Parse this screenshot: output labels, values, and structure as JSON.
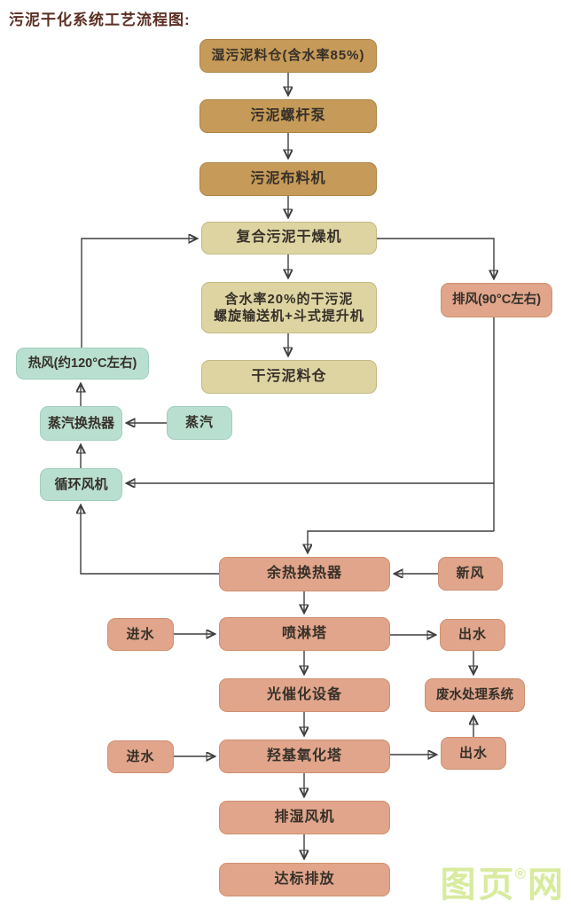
{
  "title": "污泥干化系统工艺流程图:",
  "palette": {
    "tan": "#c69a58",
    "tan_border": "#ad8246",
    "khaki": "#ddd4a2",
    "khaki_border": "#c4b983",
    "mint": "#b9dfd1",
    "mint_border": "#a0cfbd",
    "salmon": "#e0a58b",
    "salmon_border": "#cf9070",
    "line": "#3f3f3f",
    "text": "#363029",
    "title_color": "#5b2f23",
    "watermark": "#d8eb9e"
  },
  "nodes": {
    "wet_silo": {
      "label": "湿污泥料仓(含水率85%)"
    },
    "screw_pump": {
      "label": "污泥螺杆泵"
    },
    "distributor": {
      "label": "污泥布料机"
    },
    "dryer": {
      "label": "复合污泥干燥机"
    },
    "conveyor": {
      "label": "含水率20%的干污泥\n螺旋输送机+斗式提升机"
    },
    "dry_silo": {
      "label": "干污泥料仓"
    },
    "exhaust": {
      "label": "排风(90°C左右)"
    },
    "hot_air": {
      "label": "热风(约120°C左右)"
    },
    "steam_hx": {
      "label": "蒸汽换热器"
    },
    "steam": {
      "label": "蒸汽"
    },
    "circ_fan": {
      "label": "循环风机"
    },
    "waste_heat_hx": {
      "label": "余热换热器"
    },
    "fresh_air": {
      "label": "新风"
    },
    "inlet_1": {
      "label": "进水"
    },
    "spray_tower": {
      "label": "喷淋塔"
    },
    "outlet_1": {
      "label": "出水"
    },
    "photocat": {
      "label": "光催化设备"
    },
    "wastewater": {
      "label": "废水处理系统"
    },
    "inlet_2": {
      "label": "进水"
    },
    "hydroxyl": {
      "label": "羟基氧化塔"
    },
    "outlet_2": {
      "label": "出水"
    },
    "dehumid_fan": {
      "label": "排湿风机"
    },
    "discharge": {
      "label": "达标排放"
    }
  },
  "watermark": {
    "brand_left": "图页",
    "reg": "®",
    "brand_right": "网"
  }
}
